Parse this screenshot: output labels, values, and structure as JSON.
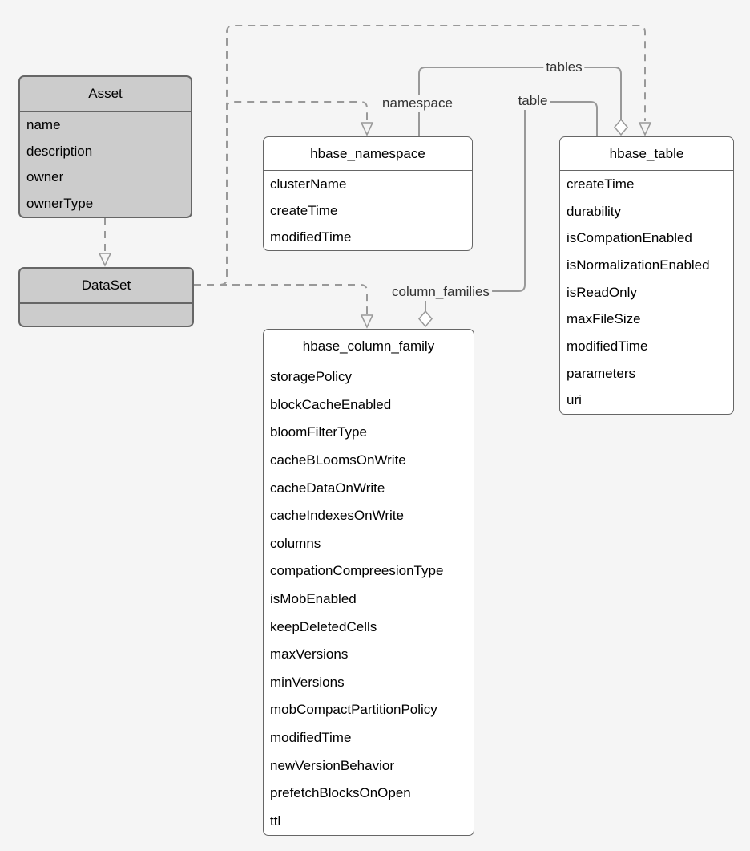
{
  "diagram": {
    "background": "#f5f5f5",
    "colors": {
      "entity_fill_gray": "#cccccc",
      "entity_fill_white": "#ffffff",
      "entity_border": "#666666",
      "edge_color": "#999999",
      "text": "#000000",
      "edge_label_text": "#333333"
    },
    "entities": [
      {
        "title": "Asset",
        "fields": [
          "name",
          "description",
          "owner",
          "ownerType"
        ]
      },
      {
        "title": "DataSet",
        "fields": []
      },
      {
        "title": "hbase_namespace",
        "fields": [
          "clusterName",
          "createTime",
          "modifiedTime"
        ]
      },
      {
        "title": "hbase_table",
        "fields": [
          "createTime",
          "durability",
          "isCompationEnabled",
          "isNormalizationEnabled",
          "isReadOnly",
          "maxFileSize",
          "modifiedTime",
          "parameters",
          "uri"
        ]
      },
      {
        "title": "hbase_column_family",
        "fields": [
          "storagePolicy",
          "blockCacheEnabled",
          "bloomFilterType",
          "cacheBLoomsOnWrite",
          "cacheDataOnWrite",
          "cacheIndexesOnWrite",
          "columns",
          "compationCompreesionType",
          "isMobEnabled",
          "keepDeletedCells",
          "maxVersions",
          "minVersions",
          "mobCompactPartitionPolicy",
          "modifiedTime",
          "newVersionBehavior",
          "prefetchBlocksOnOpen",
          "ttl"
        ]
      }
    ],
    "edges": {
      "namespace_label": "namespace",
      "tables_label": "tables",
      "table_label": "table",
      "column_families_label": "column_families"
    }
  }
}
